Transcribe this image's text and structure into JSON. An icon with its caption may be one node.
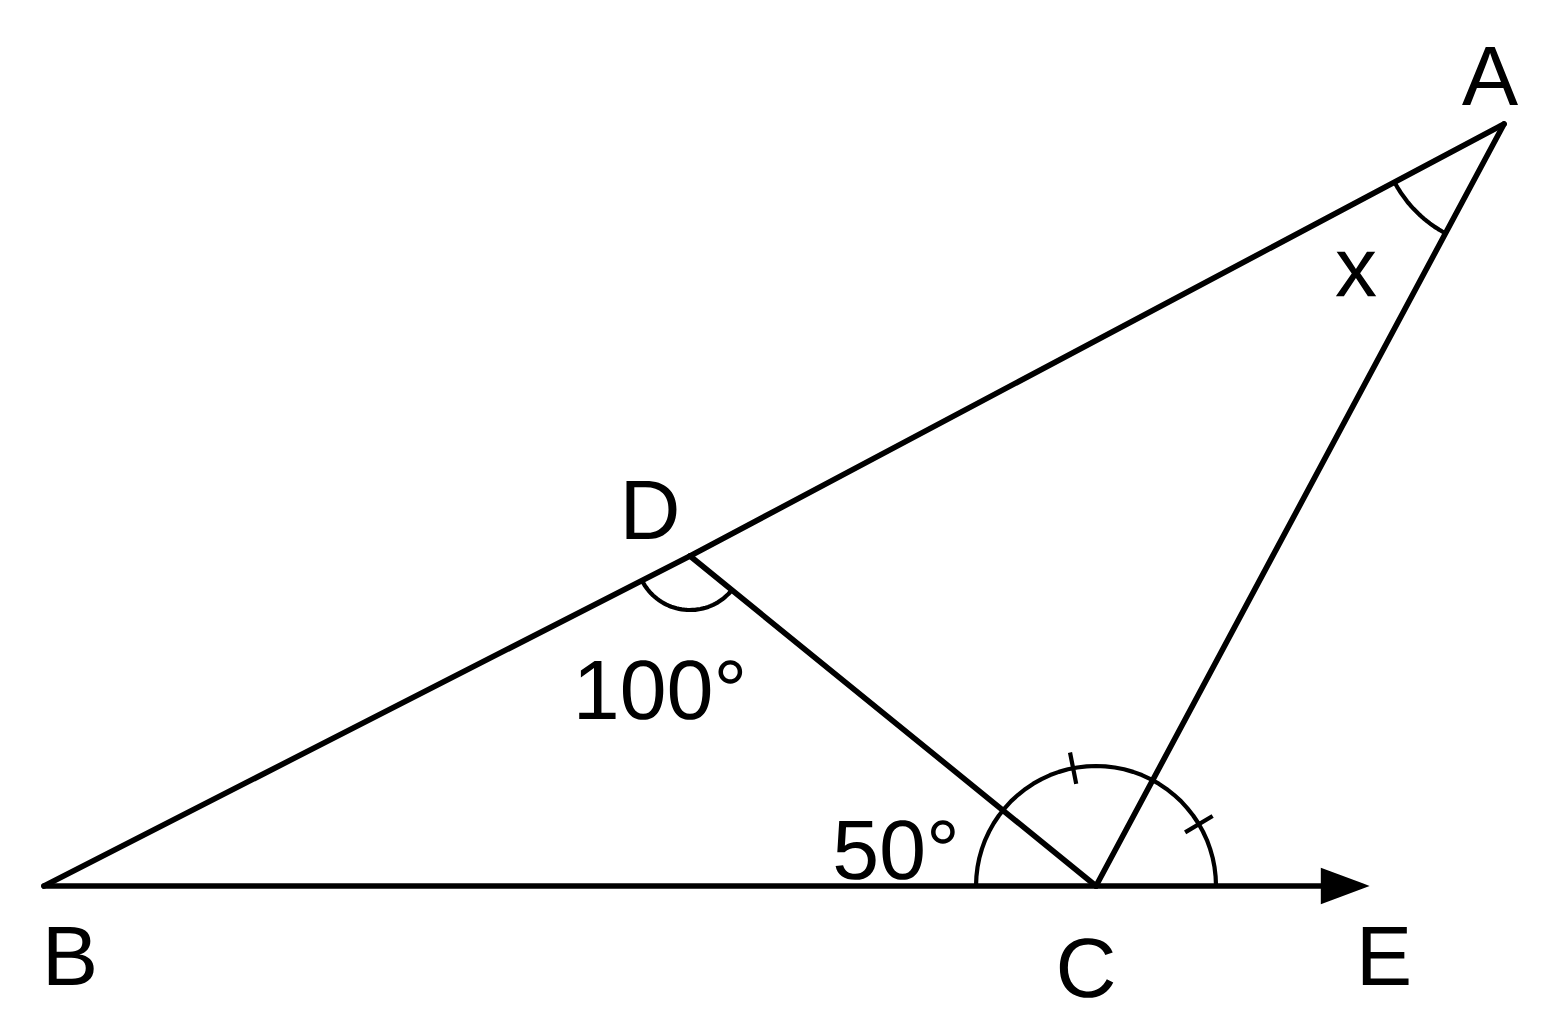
{
  "diagram": {
    "nodes": [
      {
        "text": [
          "A"
        ]
      },
      {
        "text": [
          "B"
        ]
      },
      {
        "text": [
          "C"
        ]
      },
      {
        "text": [
          "D"
        ]
      },
      {
        "text": [
          "E"
        ]
      }
    ],
    "edges": [
      {
        "from": 1,
        "to": 3,
        "arrow": "none"
      },
      {
        "from": 3,
        "to": 0,
        "arrow": "none"
      },
      {
        "from": 0,
        "to": 2,
        "arrow": "none"
      },
      {
        "from": 3,
        "to": 2,
        "arrow": "none"
      },
      {
        "from": 1,
        "to": 2,
        "arrow": "none"
      },
      {
        "from": 2,
        "to": 4,
        "arrow": "to"
      }
    ],
    "labels": [
      "x",
      "100°",
      "50°"
    ]
  }
}
